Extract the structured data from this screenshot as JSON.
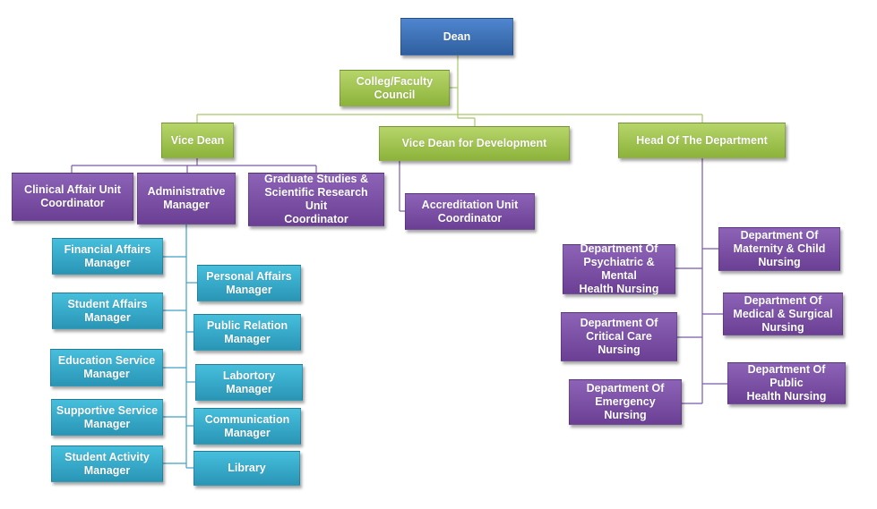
{
  "colors": {
    "dean": "#3b6db4",
    "council": "#9dc24b",
    "vice": "#9dc24b",
    "unit": "#7b4ea8",
    "manager": "#35a9c9",
    "connector_green": "#a7c76a",
    "connector_purple": "#7b5aa6",
    "connector_blue": "#3fa0c4"
  },
  "nodes": {
    "dean": "Dean",
    "council": "Colleg/Faculty\nCouncil",
    "vice_dean": "Vice Dean",
    "vice_dean_dev": "Vice Dean for Development",
    "head_dept": "Head Of The Department",
    "clinical": "Clinical Affair Unit\nCoordinator",
    "admin_mgr": "Administrative\nManager",
    "grad": "Graduate Studies &\nScientific Research Unit\nCoordinator",
    "accreditation": "Accreditation Unit\nCoordinator",
    "financial": "Financial Affairs\nManager",
    "student_affairs": "Student Affairs\nManager",
    "education": "Education Service\nManager",
    "supportive": "Supportive Service\nManager",
    "student_activity": "Student Activity\nManager",
    "personal": "Personal Affairs\nManager",
    "public_relation": "Public Relation\nManager",
    "laboratory": "Labortory\nManager",
    "communication": "Communication\nManager",
    "library": "Library",
    "dept_psych": "Department Of\nPsychiatric & Mental\nHealth Nursing",
    "dept_critical": "Department Of\nCritical Care Nursing",
    "dept_emergency": "Department Of\nEmergency Nursing",
    "dept_maternity": "Department Of\nMaternity & Child\nNursing",
    "dept_medical": "Department Of\nMedical & Surgical\nNursing",
    "dept_public": "Department Of Public\nHealth Nursing"
  }
}
